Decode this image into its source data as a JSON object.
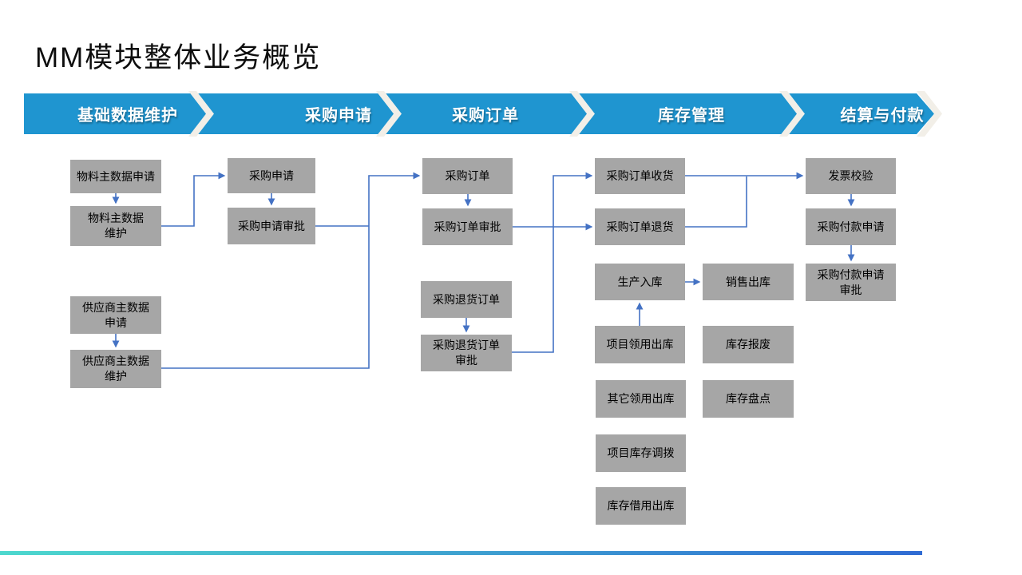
{
  "slide": {
    "title": "MM模块整体业务概览"
  },
  "banner": {
    "phases": [
      {
        "label": "基础数据维护"
      },
      {
        "label": "采购申请"
      },
      {
        "label": "采购订单"
      },
      {
        "label": "库存管理"
      },
      {
        "label": "结算与付款"
      }
    ]
  },
  "flow": {
    "columns": [
      {
        "name": "基础数据维护",
        "boxes": [
          {
            "label": "物料主数据申请"
          },
          {
            "label": "物料主数据\n维护"
          },
          {
            "label": "供应商主数据\n申请"
          },
          {
            "label": "供应商主数据\n维护"
          }
        ]
      },
      {
        "name": "采购申请",
        "boxes": [
          {
            "label": "采购申请"
          },
          {
            "label": "采购申请审批"
          }
        ]
      },
      {
        "name": "采购订单",
        "boxes": [
          {
            "label": "采购订单"
          },
          {
            "label": "采购订单审批"
          },
          {
            "label": "采购退货订单"
          },
          {
            "label": "采购退货订单\n审批"
          }
        ]
      },
      {
        "name": "库存管理",
        "boxes": [
          {
            "label": "采购订单收货"
          },
          {
            "label": "采购订单退货"
          },
          {
            "label": "生产入库"
          },
          {
            "label": "销售出库"
          },
          {
            "label": "项目领用出库"
          },
          {
            "label": "库存报废"
          },
          {
            "label": "其它领用出库"
          },
          {
            "label": "库存盘点"
          },
          {
            "label": "项目库存调拨"
          },
          {
            "label": "库存借用出库"
          }
        ]
      },
      {
        "name": "结算与付款",
        "boxes": [
          {
            "label": "发票校验"
          },
          {
            "label": "采购付款申请"
          },
          {
            "label": "采购付款申请\n审批"
          }
        ]
      }
    ]
  },
  "colors": {
    "banner_blue": "#1f95d0",
    "chevron_separator": "#f2efe8",
    "box_gray": "#a6a6a6",
    "connector_blue": "#4472c4",
    "footer_gradient_start": "#4dd8ce",
    "footer_gradient_end": "#2f6bd3"
  }
}
